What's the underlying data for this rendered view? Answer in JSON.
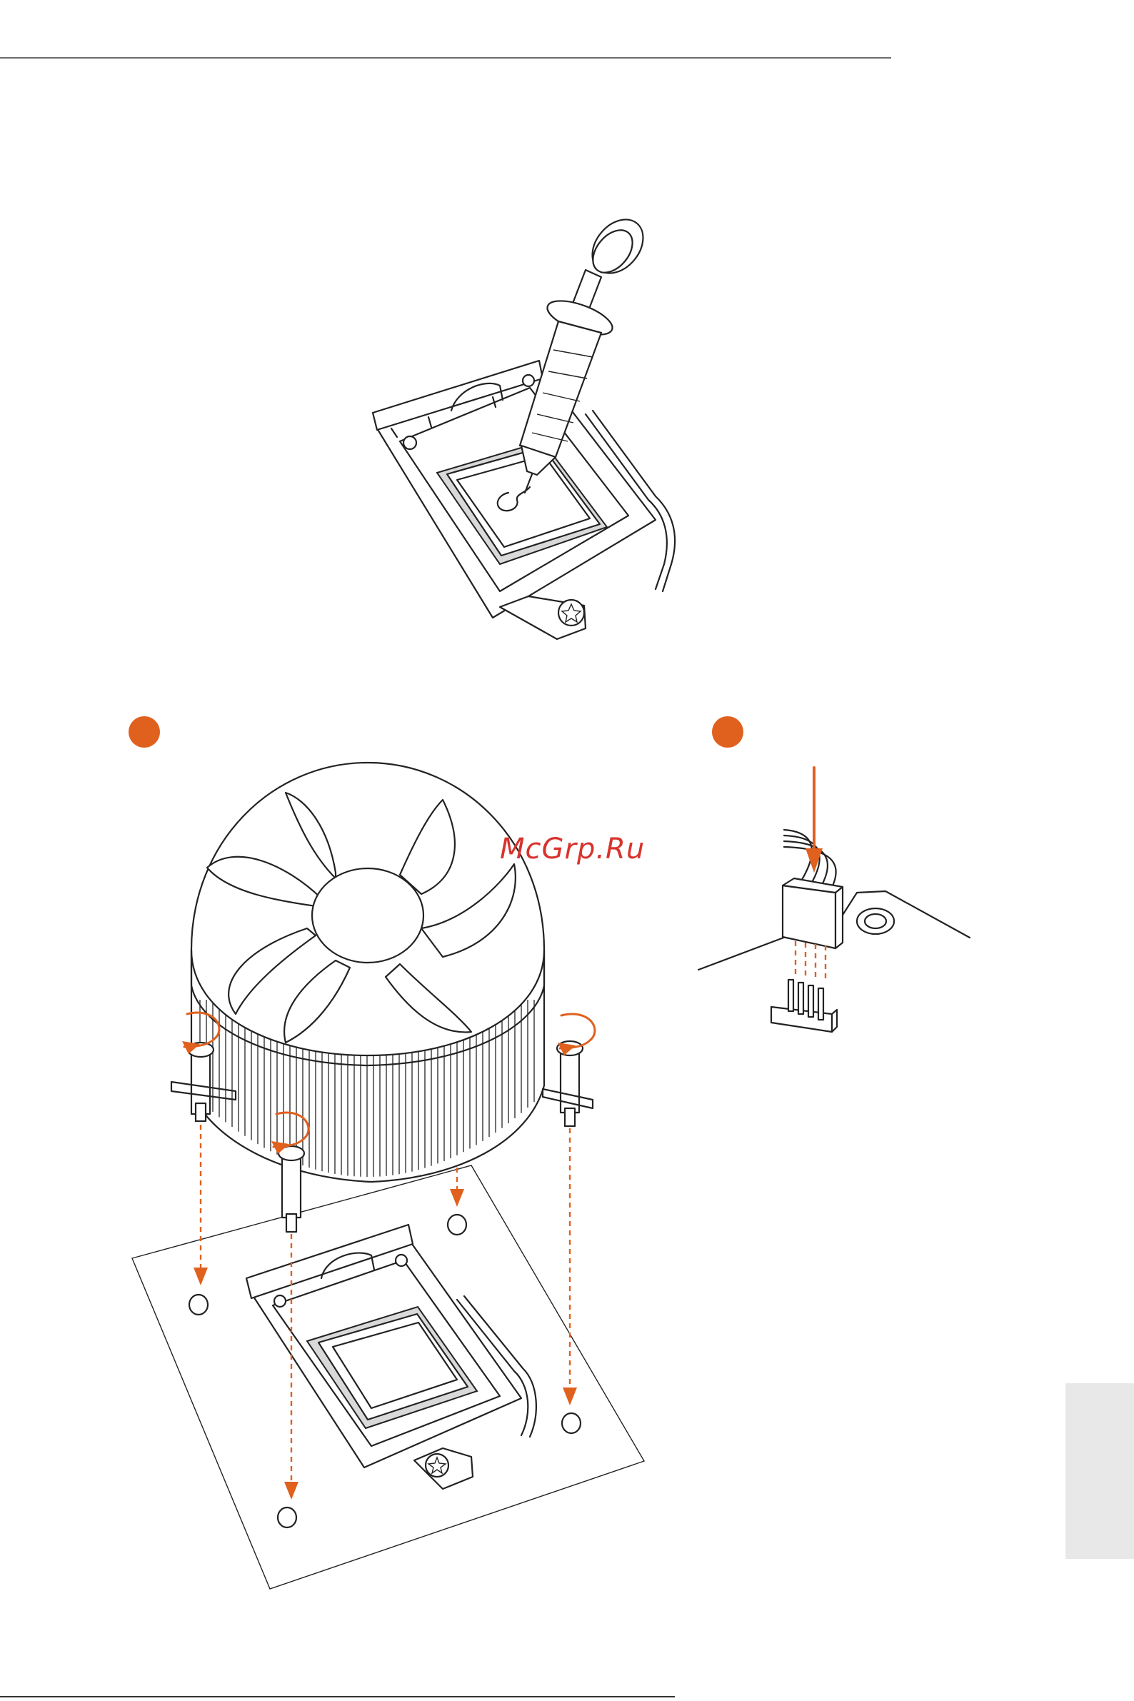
{
  "page": {
    "watermark": "McGrp.Ru"
  },
  "colors": {
    "accent": "#e0601e",
    "line": "#222222",
    "tab": "#e8e8e8",
    "watermark": "#d8332d"
  },
  "steps": [
    {
      "id": "step-left"
    },
    {
      "id": "step-right"
    }
  ]
}
